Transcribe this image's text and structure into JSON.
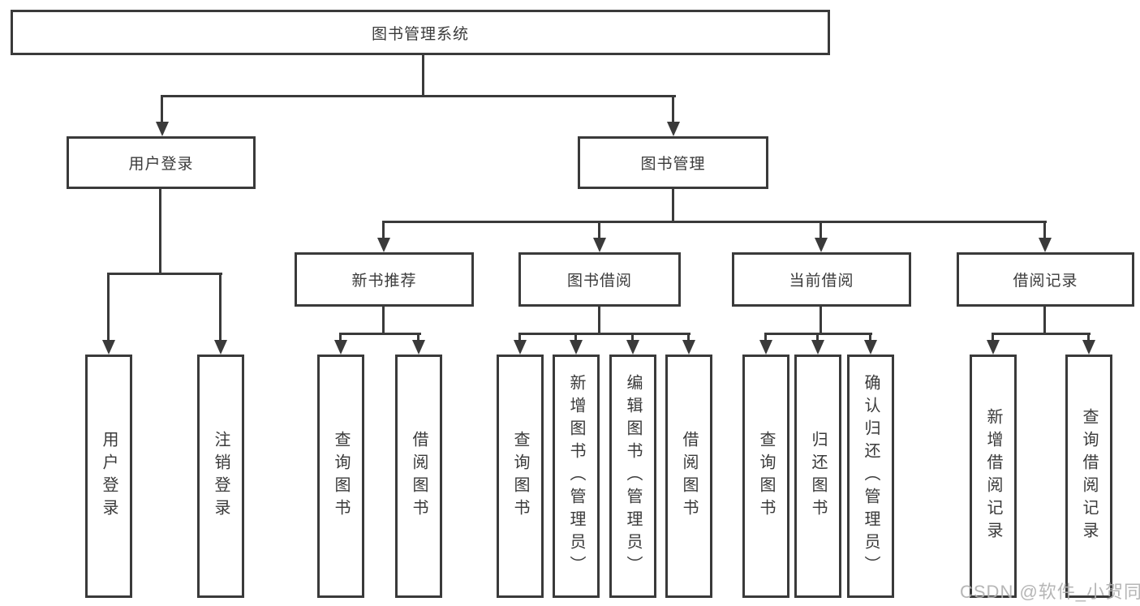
{
  "diagram_title": "图书管理系统",
  "colors": {
    "line": "#3a3a3a",
    "text": "#3a3a3a",
    "background": "#ffffff",
    "watermark": "#b0b0b0"
  },
  "watermark": {
    "text": "CSDN @软件_小贺同学"
  },
  "tree": {
    "root": {
      "label": "图书管理系统"
    },
    "branches": [
      {
        "label": "用户登录",
        "children": [
          {
            "label": "用户登录"
          },
          {
            "label": "注销登录"
          }
        ]
      },
      {
        "label": "图书管理",
        "children": [
          {
            "label": "新书推荐",
            "children": [
              {
                "label": "查询图书"
              },
              {
                "label": "借阅图书"
              }
            ]
          },
          {
            "label": "图书借阅",
            "children": [
              {
                "label": "查询图书"
              },
              {
                "label": "新增图书（管理员）"
              },
              {
                "label": "编辑图书（管理员）"
              },
              {
                "label": "借阅图书"
              }
            ]
          },
          {
            "label": "当前借阅",
            "children": [
              {
                "label": "查询图书"
              },
              {
                "label": "归还图书"
              },
              {
                "label": "确认归还（管理员）"
              }
            ]
          },
          {
            "label": "借阅记录",
            "children": [
              {
                "label": "新增借阅记录"
              },
              {
                "label": "查询借阅记录"
              }
            ]
          }
        ]
      }
    ]
  }
}
